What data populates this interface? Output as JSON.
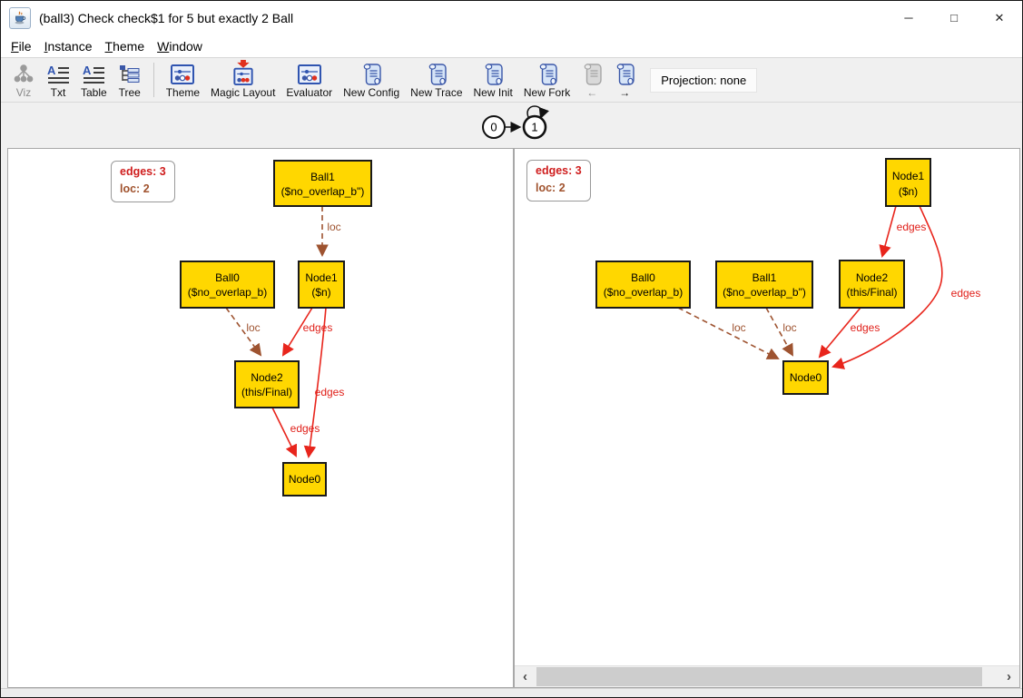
{
  "window": {
    "title": "(ball3) Check check$1 for 5 but exactly 2 Ball",
    "controls": {
      "minimize": "─",
      "maximize": "□",
      "close": "✕"
    }
  },
  "menubar": {
    "items": [
      {
        "label": "File"
      },
      {
        "label": "Instance"
      },
      {
        "label": "Theme"
      },
      {
        "label": "Window"
      }
    ]
  },
  "toolbar": {
    "buttons": [
      {
        "label": "Viz",
        "disabled": true
      },
      {
        "label": "Txt"
      },
      {
        "label": "Table"
      },
      {
        "label": "Tree"
      },
      {
        "label": "Theme"
      },
      {
        "label": "Magic Layout"
      },
      {
        "label": "Evaluator"
      },
      {
        "label": "New Config"
      },
      {
        "label": "New Trace"
      },
      {
        "label": "New Init"
      },
      {
        "label": "New Fork"
      },
      {
        "label": "←",
        "disabled": true
      },
      {
        "label": "→"
      }
    ],
    "projection": "Projection: none"
  },
  "timeline": {
    "states": [
      "0",
      "1"
    ]
  },
  "left_panel": {
    "badge": {
      "edges": "edges: 3",
      "loc": "loc: 2"
    },
    "nodes": {
      "ball1": {
        "line1": "Ball1",
        "line2": "($no_overlap_b\")"
      },
      "ball0": {
        "line1": "Ball0",
        "line2": "($no_overlap_b)"
      },
      "node1": {
        "line1": "Node1",
        "line2": "($n)"
      },
      "node2": {
        "line1": "Node2",
        "line2": "(this/Final)"
      },
      "node0": {
        "line1": "Node0"
      }
    },
    "edges": [
      {
        "label": "loc",
        "from": "Ball1",
        "to": "Node1",
        "style": "dashed-brown"
      },
      {
        "label": "loc",
        "from": "Ball0",
        "to": "Node2",
        "style": "dashed-brown"
      },
      {
        "label": "edges",
        "from": "Node1",
        "to": "Node2",
        "style": "solid-red"
      },
      {
        "label": "edges",
        "from": "Node1",
        "to": "Node0",
        "style": "solid-red"
      },
      {
        "label": "edges",
        "from": "Node2",
        "to": "Node0",
        "style": "solid-red"
      }
    ]
  },
  "right_panel": {
    "badge": {
      "edges": "edges: 3",
      "loc": "loc: 2"
    },
    "nodes": {
      "node1": {
        "line1": "Node1",
        "line2": "($n)"
      },
      "ball0": {
        "line1": "Ball0",
        "line2": "($no_overlap_b)"
      },
      "ball1": {
        "line1": "Ball1",
        "line2": "($no_overlap_b\")"
      },
      "node2": {
        "line1": "Node2",
        "line2": "(this/Final)"
      },
      "node0": {
        "line1": "Node0"
      }
    },
    "edges": [
      {
        "label": "edges",
        "from": "Node1",
        "to": "Node2",
        "style": "solid-red"
      },
      {
        "label": "edges",
        "from": "Node1",
        "to": "Node0",
        "style": "solid-red"
      },
      {
        "label": "edges",
        "from": "Node2",
        "to": "Node0",
        "style": "solid-red"
      },
      {
        "label": "loc",
        "from": "Ball0",
        "to": "Node0",
        "style": "dashed-brown"
      },
      {
        "label": "loc",
        "from": "Ball1",
        "to": "Node0",
        "style": "dashed-brown"
      }
    ]
  },
  "scrollbar": {
    "left_arrow": "‹",
    "right_arrow": "›"
  },
  "colors": {
    "node_fill": "#FFD700",
    "node_border": "#1a1a1a",
    "edge_red": "#e8251c",
    "edge_brown": "#9e5330",
    "badge_edges_text": "#cf1d1d",
    "badge_loc_text": "#a0522d",
    "toolbar_bg": "#f0f0f0"
  }
}
